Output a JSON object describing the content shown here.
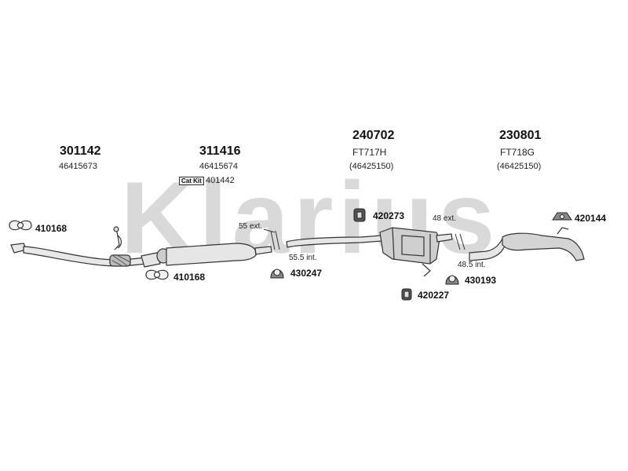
{
  "watermark": {
    "text": "Klarius",
    "color": "#d8d8d8"
  },
  "parts": {
    "p301142": {
      "number": "301142",
      "ref": "46415673"
    },
    "p311416": {
      "number": "311416",
      "ref": "46415674",
      "catkit_label": "Cat Kit",
      "catkit_number": "401442"
    },
    "p240702": {
      "number": "240702",
      "code": "FT717H",
      "ref": "(46425150)"
    },
    "p230801": {
      "number": "230801",
      "code": "FT718G",
      "ref": "(46425150)"
    }
  },
  "accessories": {
    "a410168_top": "410168",
    "a410168_bottom": "410168",
    "a420273": "420273",
    "a430247": "430247",
    "a420227": "420227",
    "a430193": "430193",
    "a420144": "420144"
  },
  "measurements": {
    "m55ext": "55 ext.",
    "m55int": "55.5 int.",
    "m48ext": "48 ext.",
    "m48int": "48.5 int."
  }
}
